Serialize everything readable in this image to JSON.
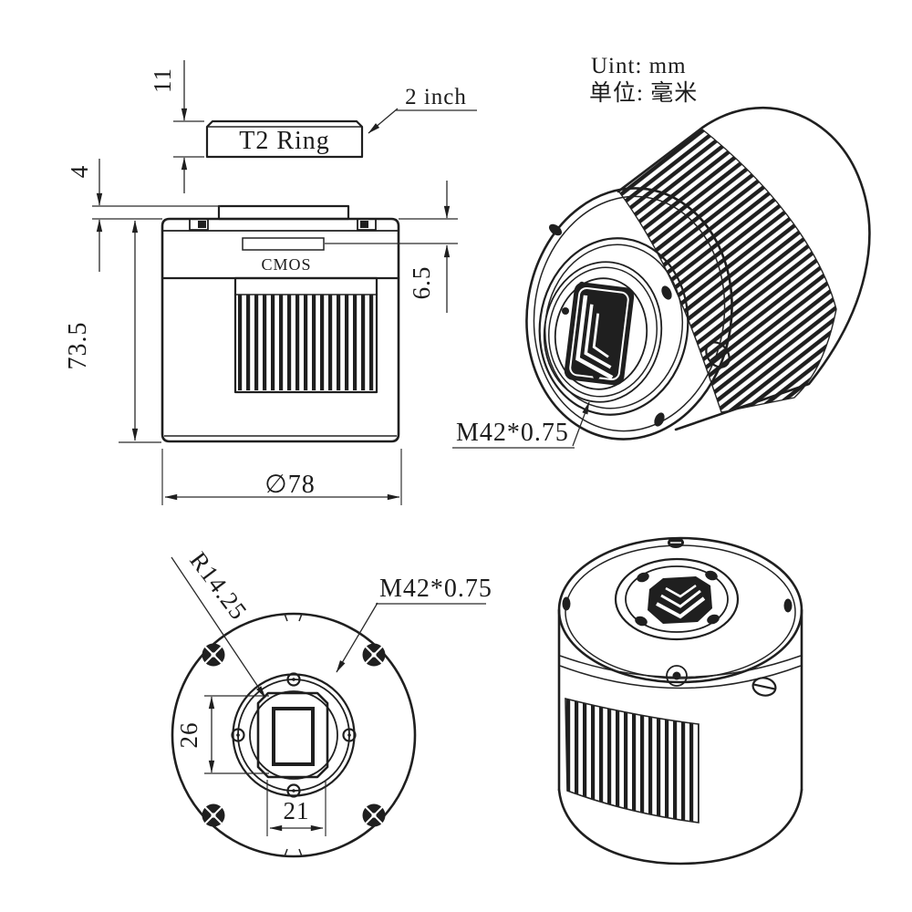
{
  "note": {
    "unit_en": "Uint: mm",
    "unit_cn": "单位: 毫米"
  },
  "t2_ring_view": {
    "ring_label": "T2 Ring",
    "barrel_callout": "2 inch",
    "thickness_dim": "11"
  },
  "side_view": {
    "sensor_label": "CMOS",
    "plate_thickness_dim": "4",
    "body_height_dim": "73.5",
    "sensor_depth_dim": "6.5",
    "diameter_dim": "∅78"
  },
  "front_view": {
    "bore_radius_dim": "R14.25",
    "thread_dim": "M42*0.75",
    "window_height_dim": "26",
    "window_width_dim": "21"
  },
  "iso_front_view": {
    "thread_dim": "M42*0.75"
  },
  "colors": {
    "line": "#1f1f1f",
    "dim_line": "#2a2a2a",
    "background": "#ffffff"
  }
}
